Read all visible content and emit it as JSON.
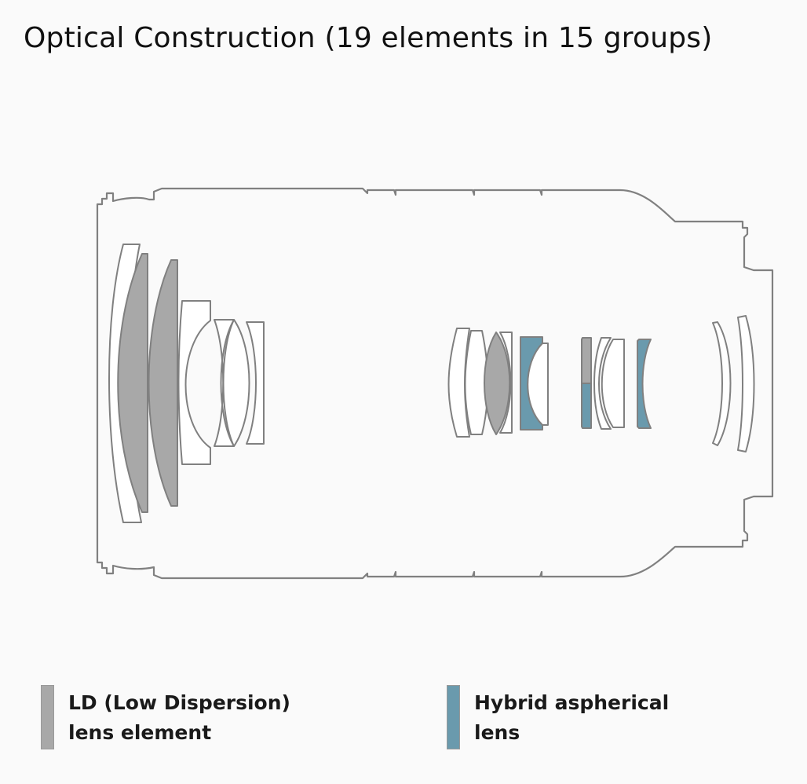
{
  "title": "Optical Construction (19 elements in 15 groups)",
  "colors": {
    "background": "#fafafa",
    "outline": "#808080",
    "ld_fill": "#a8a8a8",
    "hybrid_fill": "#6a9aad",
    "plain_fill": "#ffffff"
  },
  "legend": [
    {
      "key": "ld",
      "line1": "LD (Low Dispersion)",
      "line2": "lens element",
      "color": "#a8a8a8"
    },
    {
      "key": "hybrid",
      "line1": "Hybrid aspherical",
      "line2": "lens",
      "color": "#6a9aad"
    }
  ]
}
